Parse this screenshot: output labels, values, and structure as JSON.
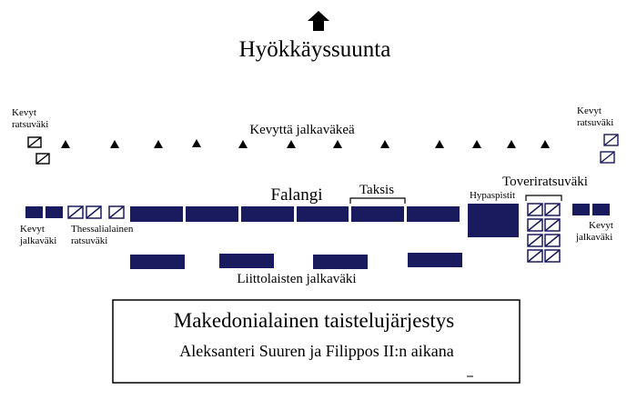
{
  "colors": {
    "navy": "#1a1a5e",
    "black": "#000000",
    "white": "#ffffff"
  },
  "labels": {
    "direction": "Hyökkäyssuunta",
    "light_infantry_top": "Kevyttä jalkaväkeä",
    "left_cavalry_1": "Kevyt",
    "left_cavalry_2": "ratsuväki",
    "right_cavalry_1": "Kevyt",
    "right_cavalry_2": "ratsuväki",
    "phalanx": "Falangi",
    "taxis": "Taksis",
    "hypaspists": "Hypaspistit",
    "companion_cavalry": "Toveriratsuväki",
    "left_light_inf_1": "Kevyt",
    "left_light_inf_2": "jalkaväki",
    "thessalian_1": "Thessalialainen",
    "thessalian_2": "ratsuväki",
    "right_light_inf_1": "Kevyt",
    "right_light_inf_2": "jalkaväki",
    "allied_infantry": "Liittolaisten jalkaväki"
  },
  "caption": {
    "title": "Makedonialainen taistelujärjestys",
    "subtitle": "Aleksanteri Suuren ja Filippos II:n aikana"
  },
  "icons": {
    "direction_arrow": "up-arrow-icon",
    "light_infantry": "triangle-icon",
    "cavalry": "hatched-square-icon",
    "infantry": "filled-rectangle-icon"
  }
}
